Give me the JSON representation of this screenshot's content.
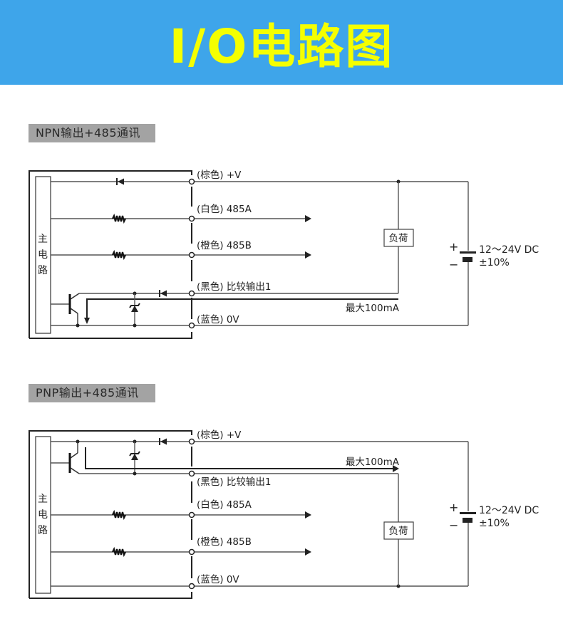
{
  "banner": {
    "title": "I/O电路图",
    "background": "#3ea5ea",
    "title_color": "#f5ff00"
  },
  "npn": {
    "section_label": "NPN输出+485通讯",
    "main_circuit_label": [
      "主",
      "电",
      "路"
    ],
    "wires": {
      "brown": "(棕色) +V",
      "white": "(白色) 485A",
      "orange": "(橙色) 485B",
      "black": "(黑色) 比较输出1",
      "blue": "(蓝色) 0V"
    },
    "load_label": "负荷",
    "max_current": "最大100mA",
    "power": {
      "plus": "+",
      "minus": "−",
      "voltage": "12～24V DC",
      "tolerance": "±10%"
    }
  },
  "pnp": {
    "section_label": "PNP输出+485通讯",
    "main_circuit_label": [
      "主",
      "电",
      "路"
    ],
    "wires": {
      "brown": "(棕色) +V",
      "black": "(黑色) 比较输出1",
      "white": "(白色) 485A",
      "orange": "(橙色) 485B",
      "blue": "(蓝色) 0V"
    },
    "load_label": "负荷",
    "max_current": "最大100mA",
    "power": {
      "plus": "+",
      "minus": "−",
      "voltage": "12～24V DC",
      "tolerance": "±10%"
    }
  }
}
